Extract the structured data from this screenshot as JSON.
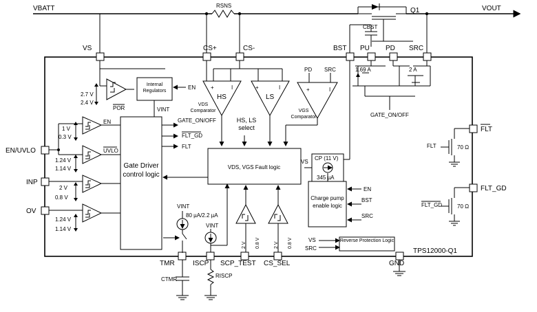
{
  "rails": {
    "vbatt": "VBATT",
    "vout": "VOUT",
    "rsns": "RSNS",
    "q1": "Q1",
    "cbst": "CBST"
  },
  "pins": {
    "vs": "VS",
    "csp": "CS+",
    "csm": "CS-",
    "bst": "BST",
    "pu": "PU",
    "pd": "PD",
    "src": "SRC",
    "en_uvlo": "EN/UVLO",
    "inp": "INP",
    "ov": "OV",
    "tmr": "TMR",
    "iscp": "ISCP",
    "scp_test": "SCP_TEST",
    "cs_sel": "CS_SEL",
    "gnd": "GND",
    "flt": "FLT",
    "flt_gd": "FLT_GD"
  },
  "blocks": {
    "internal_regulators": "Internal Regulators",
    "gate_driver": "Gate Driver control logic",
    "fault_logic": "VDS, VGS Fault logic",
    "charge_pump": "Charge pump enable logic",
    "reverse_protection": "Reverse Protection Logic",
    "cp_source": "CP (11 V)",
    "cp_current": "345 µA"
  },
  "comparators": {
    "hs": "HS",
    "ls": "LS",
    "vds_label": "VDS Comparator",
    "vgs_label": "VGS Comparator",
    "hs_ls_select": "HS, LS select"
  },
  "signals": {
    "en": "EN",
    "vint": "VINT",
    "por": "POR",
    "uvlo": "UVLO",
    "gate_on_off": "GATE_ON/OFF",
    "flt_gd_bar": "FLT_GD",
    "flt_sig": "FLT",
    "bst_in": "BST",
    "src_in": "SRC",
    "vs_in": "VS",
    "pd_in": "PD",
    "src_top": "SRC",
    "gate_on_off_2": "GATE_ON/OFF",
    "flt_gate": "FLT",
    "flt_gd_gate": "FLT_GD",
    "en_cp": "EN",
    "vs_cp": "VS",
    "vs_rp": "VS",
    "src_rp": "SRC"
  },
  "thresholds": {
    "por_hi": "2.7 V",
    "por_lo": "2.4 V",
    "en_hi": "1 V",
    "en_lo": "0.3 V",
    "uvlo_hi": "1.24 V",
    "uvlo_lo": "1.14 V",
    "inp_hi": "2 V",
    "inp_lo": "0.8 V",
    "ov_hi": "1.24 V",
    "ov_lo": "1.14 V",
    "scp_hi": "2 V",
    "scp_lo": "0.8 V",
    "cs_hi": "2 V",
    "cs_lo": "0.8 V"
  },
  "currents": {
    "pu_current": "1.69 A",
    "pd_current": "2 A",
    "tmr_current": "80 µA/2.2 µA",
    "iscp_vint": "VINT",
    "tmr_vint": "VINT"
  },
  "externals": {
    "ctmr": "CTMR",
    "riscp": "RISCP"
  },
  "resistances": {
    "flt_r": "70 Ω",
    "fltgd_r": "70 Ω"
  },
  "device": {
    "name": "TPS12000-Q1"
  }
}
